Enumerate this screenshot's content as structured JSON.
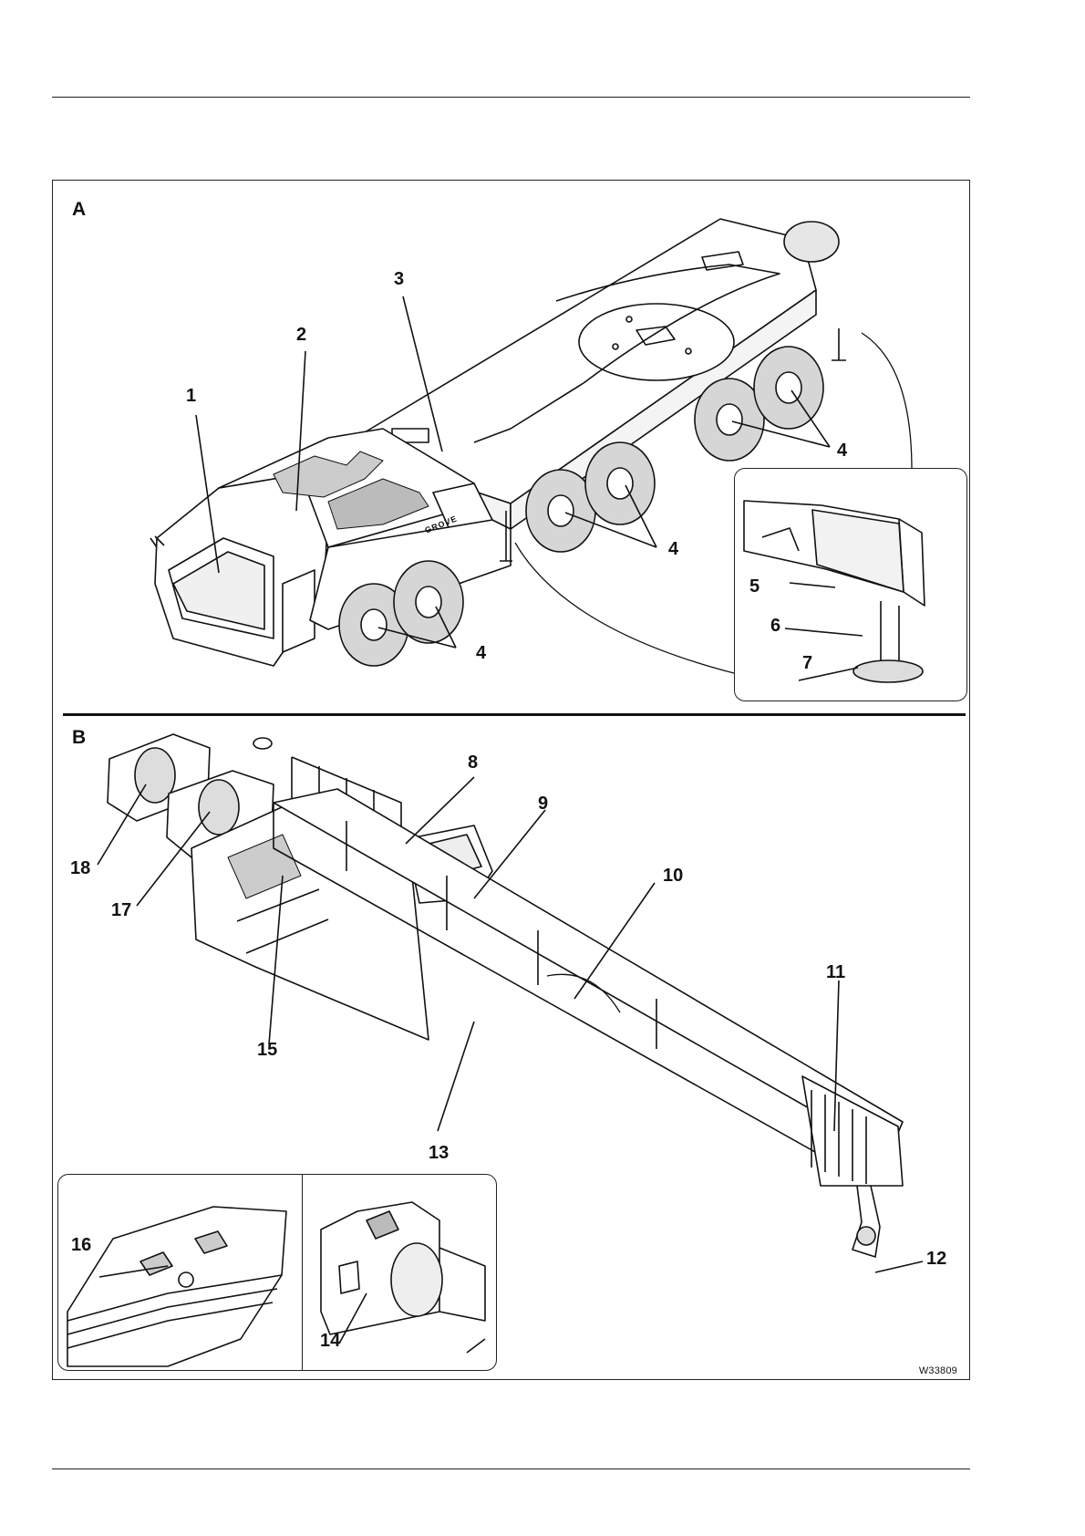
{
  "figure": {
    "panels": [
      {
        "letter": "A"
      },
      {
        "letter": "B"
      }
    ],
    "callouts": {
      "c1": "1",
      "c2": "2",
      "c3": "3",
      "c4a": "4",
      "c4b": "4",
      "c4c": "4",
      "c5": "5",
      "c6": "6",
      "c7": "7",
      "c8": "8",
      "c9": "9",
      "c10": "10",
      "c11": "11",
      "c12": "12",
      "c13": "13",
      "c14": "14",
      "c15": "15",
      "c16": "16",
      "c17": "17",
      "c18": "18"
    },
    "code": "W33809",
    "brand_text": "GROVE"
  }
}
